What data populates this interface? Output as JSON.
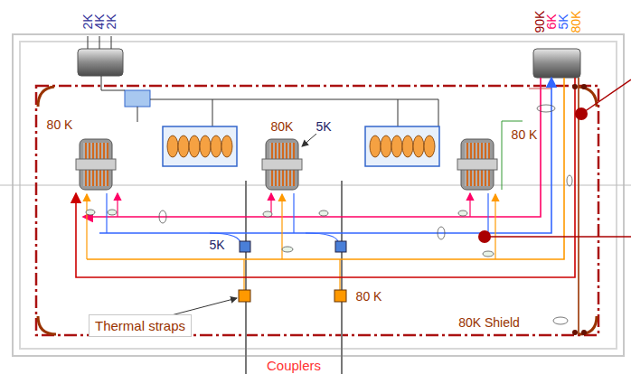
{
  "diagram": {
    "nodes": [
      {
        "text": [
          "Thermal straps"
        ]
      }
    ],
    "labels": [
      "2K",
      "4K",
      "2K",
      "90K",
      "6K",
      "5K",
      "80K",
      "80 K",
      "80K",
      "5K",
      "80 K",
      "5K",
      "80 K",
      "Couplers",
      "80K Shield"
    ]
  }
}
